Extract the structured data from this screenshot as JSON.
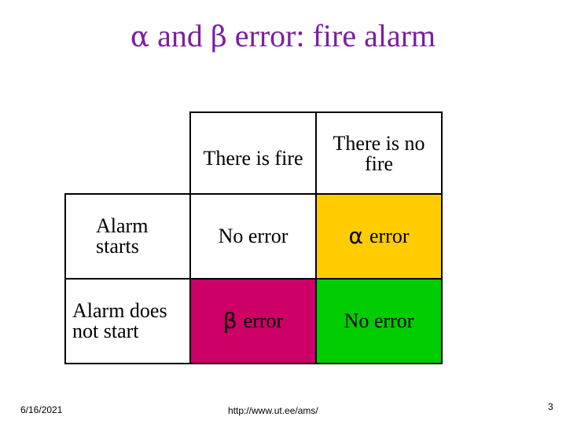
{
  "slide": {
    "title_alpha": "α",
    "title_mid": "and",
    "title_beta": "β",
    "title_rest": "error: fire alarm"
  },
  "table": {
    "col_headers": [
      "There is fire",
      "There is no fire"
    ],
    "rows": [
      {
        "label": "Alarm starts",
        "cells": [
          {
            "symbol": "",
            "text": "No error"
          },
          {
            "symbol": "α",
            "text": "error"
          }
        ]
      },
      {
        "label": "Alarm does not start",
        "cells": [
          {
            "symbol": "β",
            "text": "error"
          },
          {
            "symbol": "",
            "text": "No error"
          }
        ]
      }
    ],
    "colors": {
      "alpha_error": "#ffcc00",
      "no_error": "#00cc00",
      "beta_error": "#cc0066"
    }
  },
  "footer": {
    "date": "6/16/2021",
    "url": "http://www.ut.ee/ams/",
    "page_number": "3"
  }
}
